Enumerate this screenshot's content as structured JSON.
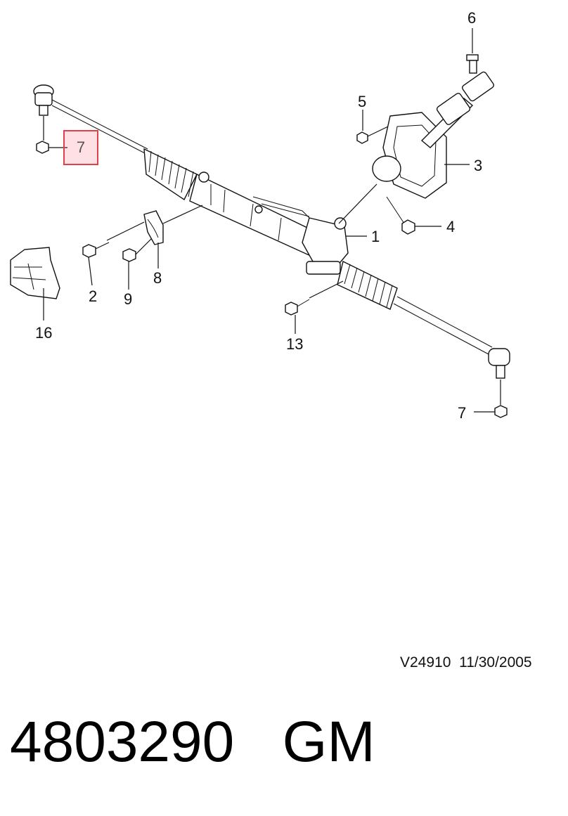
{
  "diagram": {
    "callouts": {
      "c1": "1",
      "c2": "2",
      "c3": "3",
      "c4": "4",
      "c5": "5",
      "c6": "6",
      "c7_left": "7",
      "c7_right": "7",
      "c8": "8",
      "c9": "9",
      "c13": "13",
      "c16": "16"
    },
    "highlighted_callout": "7",
    "reference_code": "V24910  11/30/2005"
  },
  "footer": {
    "part_number": "4803290",
    "brand": "GM"
  }
}
